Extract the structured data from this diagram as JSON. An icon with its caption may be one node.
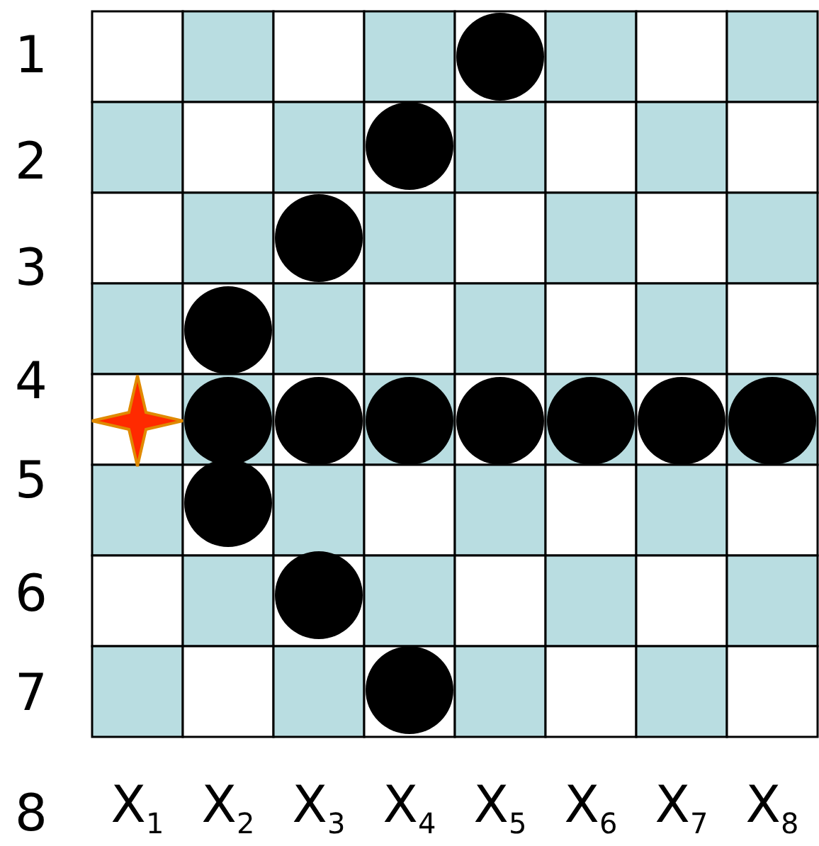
{
  "diagram": {
    "labels": [
      "1",
      "2",
      "3",
      "4",
      "5",
      "6",
      "7",
      "8",
      "X$_{1}$",
      "X$_{2}$",
      "X$_{3}$",
      "X$_{4}$",
      "X$_{5}$",
      "X$_{6}$",
      "X$_{7}$",
      "X$_{8}$"
    ]
  }
}
